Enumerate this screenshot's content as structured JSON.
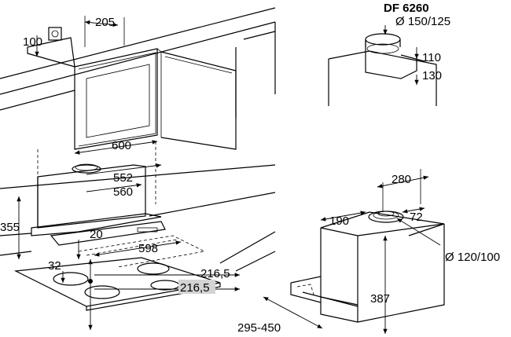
{
  "model": {
    "name": "DF 6260",
    "collar_diameter": "Ø 150/125"
  },
  "dimensions": {
    "d205": "205",
    "d100": "100",
    "d600": "600",
    "d552": "552",
    "d560": "560",
    "d355": "355",
    "d20": "20",
    "d598": "598",
    "d32": "32",
    "d216_5_a": "216,5",
    "d216_5_b": "216,5",
    "d110": "110",
    "d130": "130",
    "d280": "280",
    "d190": "190",
    "d72": "72",
    "d120_100": "Ø 120/100",
    "d387": "387",
    "d295_450": "295-450"
  },
  "colors": {
    "line": "#000000",
    "highlight": "#d3d3d3"
  }
}
